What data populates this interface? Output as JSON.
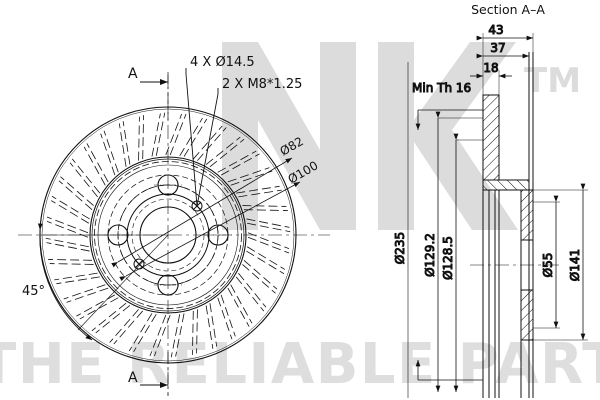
{
  "drawing": {
    "type": "engineering-drawing",
    "subject": "ventilated brake disc",
    "background_color": "#ffffff",
    "line_color": "#111111",
    "watermark_color": "#dcdcdc"
  },
  "watermarks": {
    "brand_logo": "NK",
    "trademark": "TM",
    "tagline": "THE RELIABLE PART",
    "logo_color": "#d8d8d8",
    "tagline_color": "#dddddd"
  },
  "front_view": {
    "name": "brake disc front view",
    "callouts": [
      {
        "id": "holes",
        "text": "4 X Ø14.5"
      },
      {
        "id": "threads",
        "text": "2 X M8*1.25"
      },
      {
        "id": "bolt-circle-inner",
        "text": "Ø82"
      },
      {
        "id": "bolt-circle-outer",
        "text": "Ø100"
      }
    ],
    "angle_note": "45°",
    "section_marks": [
      {
        "id": "top",
        "label": "A"
      },
      {
        "id": "bottom",
        "label": "A"
      }
    ],
    "hole_count": 4,
    "thread_count": 2,
    "vane_count": 36
  },
  "section_view": {
    "title": "Section A–A",
    "min_thickness_note": "Min Th 16",
    "horizontal_dimensions": [
      {
        "id": "overall-width",
        "value": "43"
      },
      {
        "id": "hat-offset",
        "value": "37"
      },
      {
        "id": "rotor-thickness",
        "value": "18"
      }
    ],
    "vertical_dimensions": [
      {
        "id": "outer-diameter",
        "value": "Ø235"
      },
      {
        "id": "hat-outer",
        "value": "Ø129.2"
      },
      {
        "id": "hat-inner",
        "value": "Ø128.5"
      },
      {
        "id": "center-bore",
        "value": "Ø55"
      },
      {
        "id": "hat-flange",
        "value": "Ø141"
      }
    ]
  }
}
